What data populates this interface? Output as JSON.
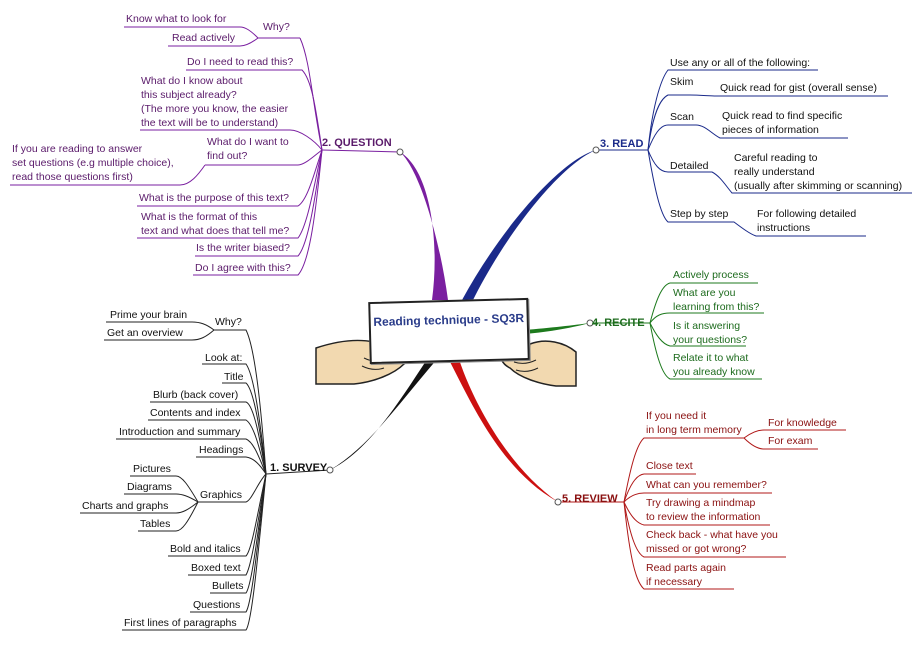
{
  "center": {
    "title": "Reading technique - SQ3R"
  },
  "question": {
    "label": "2. QUESTION",
    "items": [
      {
        "text": "Know what to look for"
      },
      {
        "text": "Read actively"
      },
      {
        "text": "Why?"
      },
      {
        "text": "Do I need to read this?"
      },
      {
        "text": "What do I know about\nthis subject already?\n(The more you know, the easier\nthe text will be to understand)"
      },
      {
        "text": "If you are reading to answer\nset questions (e.g multiple choice),\nread those questions first)"
      },
      {
        "text": "What do I want to\nfind out?"
      },
      {
        "text": "What is the purpose of this text?"
      },
      {
        "text": "What is the format of this\ntext and what does that tell me?"
      },
      {
        "text": "Is the writer biased?"
      },
      {
        "text": "Do I agree with this?"
      }
    ]
  },
  "read": {
    "label": "3. READ",
    "items": [
      {
        "text": "Use any or all of the following:"
      },
      {
        "text": "Skim"
      },
      {
        "text": "Quick read for gist (overall sense)"
      },
      {
        "text": "Scan"
      },
      {
        "text": "Quick read to find specific\npieces of information"
      },
      {
        "text": "Detailed"
      },
      {
        "text": "Careful reading to\nreally understand\n(usually after skimming or scanning)"
      },
      {
        "text": "Step by step"
      },
      {
        "text": "For following detailed\ninstructions"
      }
    ]
  },
  "recite": {
    "label": "4. RECITE",
    "items": [
      {
        "text": "Actively process"
      },
      {
        "text": "What are you\nlearning from this?"
      },
      {
        "text": "Is it answering\nyour questions?"
      },
      {
        "text": "Relate it to what\nyou already know"
      }
    ]
  },
  "review": {
    "label": "5. REVIEW",
    "items": [
      {
        "text": "If you need it\nin long term memory"
      },
      {
        "text": "For knowledge"
      },
      {
        "text": "For exam"
      },
      {
        "text": "Close text"
      },
      {
        "text": "What can you remember?"
      },
      {
        "text": "Try drawing a mindmap\nto review the information"
      },
      {
        "text": "Check back - what have you\nmissed or got wrong?"
      },
      {
        "text": "Read parts again\nif necessary"
      }
    ]
  },
  "survey": {
    "label": "1. SURVEY",
    "items": [
      {
        "text": "Prime your brain"
      },
      {
        "text": "Get an overview"
      },
      {
        "text": "Why?"
      },
      {
        "text": "Look at:"
      },
      {
        "text": "Title"
      },
      {
        "text": "Blurb (back cover)"
      },
      {
        "text": "Contents and index"
      },
      {
        "text": "Introduction and summary"
      },
      {
        "text": "Headings"
      },
      {
        "text": "Pictures"
      },
      {
        "text": "Diagrams"
      },
      {
        "text": "Charts and graphs"
      },
      {
        "text": "Tables"
      },
      {
        "text": "Graphics"
      },
      {
        "text": "Bold and italics"
      },
      {
        "text": "Boxed text"
      },
      {
        "text": "Bullets"
      },
      {
        "text": "Questions"
      },
      {
        "text": "First lines of paragraphs"
      }
    ]
  },
  "colors": {
    "question": "#7a1fa0",
    "read": "#1a2a8a",
    "recite": "#1d7a1d",
    "review": "#cc1010",
    "survey": "#111111",
    "center_title": "#2a3c8a"
  }
}
